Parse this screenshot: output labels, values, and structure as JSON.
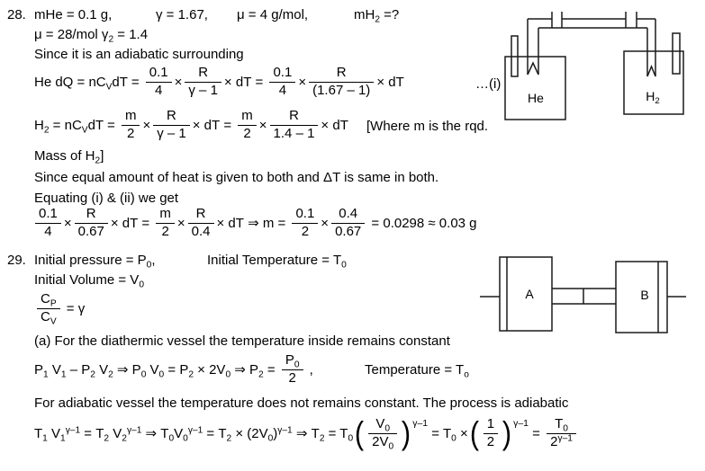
{
  "p28": {
    "number": "28.",
    "line1": {
      "mass_he": "mHe = 0.1 g,",
      "gamma1": "γ = 1.67,",
      "molar_mass": "μ = 4 g/mol,",
      "mass_h2_q": "mH_{2} =?"
    },
    "line2": "μ = 28/mol γ_{2} = 1.4",
    "line3": "Since it is an adiabatic surrounding",
    "eqi": {
      "lhs": "He dQ = nC_{V}dT = ",
      "f1n": "0.1",
      "f1d": "4",
      "x1": "×",
      "f2n": "R",
      "f2d": "γ – 1",
      "m1": "× dT",
      "mid": " = ",
      "f3n": "0.1",
      "f3d": "4",
      "x2": "×",
      "f4n": "R",
      "f4d": "(1.67 – 1)",
      "m2": "× dT",
      "tag": "…(i)"
    },
    "eqii": {
      "lhs": "H_{2} = nC_{V}dT = ",
      "f1n": "m",
      "f1d": "2",
      "x1": "×",
      "f2n": "R",
      "f2d": "γ – 1",
      "m1": "× dT",
      "mid": " = ",
      "f3n": "m",
      "f3d": "2",
      "x2": "×",
      "f4n": "R",
      "f4d": "1.4 – 1",
      "m2": "× dT",
      "note": "[Where m is the rqd."
    },
    "line6": "Mass of H_{2}]",
    "line7": "Since equal amount of heat is given to both and ΔT is same in both.",
    "line8": "Equating (i) & (ii) we get",
    "eqiii": {
      "f1n": "0.1",
      "f1d": "4",
      "x1": "×",
      "f2n": "R",
      "f2d": "0.67",
      "m1": "× dT",
      "mid": " = ",
      "f3n": "m",
      "f3d": "2",
      "x2": "×",
      "f4n": "R",
      "f4d": "0.4",
      "m2": "× dT",
      "arrow": " ⇒ m = ",
      "f5n": "0.1",
      "f5d": "2",
      "x3": "×",
      "f6n": "0.4",
      "f6d": "0.67",
      "result": " = 0.0298 ≈ 0.03 g"
    },
    "diagram": {
      "left_vessel": "He",
      "right_vessel": "H_{2}"
    }
  },
  "p29": {
    "number": "29.",
    "line1a": "Initial pressure = P_{0},",
    "line1b": "Initial Temperature = T_{0}",
    "line2": "Initial Volume = V_{0}",
    "eq0": {
      "fn": "C_{P}",
      "fd": "C_{V}",
      "rhs": " = γ"
    },
    "line4": "(a) For the diathermic vessel the temperature inside remains constant",
    "eq5": {
      "lhs": "P_{1} V_{1} – P_{2} V_{2} ⇒ P_{0} V_{0} = P_{2} × 2V_{0} ⇒ P_{2} = ",
      "fn": "P_{0}",
      "fd": "2",
      "comma": " ,",
      "temp": "Temperature = T_{o}"
    },
    "line6": "For adiabatic vessel the temperature does not remains constant. The process is adiabatic",
    "eq7": {
      "lhs": "T_{1} V_{1}^{γ–1} = T_{2} V_{2}^{γ–1} ⇒ T_{0}V_{0}^{γ–1} = T_{2} × (2V_{0})^{γ–1} ⇒ T_{2} = T_{0}",
      "pf1n": "V_{0}",
      "pf1d": "2V_{0}",
      "psup1": "γ–1",
      "mid": " = T_{0} ×",
      "pf2n": "1",
      "pf2d": "2",
      "psup2": "γ–1",
      "end": " = ",
      "f3n": "T_{0}",
      "f3d": "2^{γ–1}"
    },
    "diagram": {
      "left_box": "A",
      "right_box": "B"
    }
  }
}
